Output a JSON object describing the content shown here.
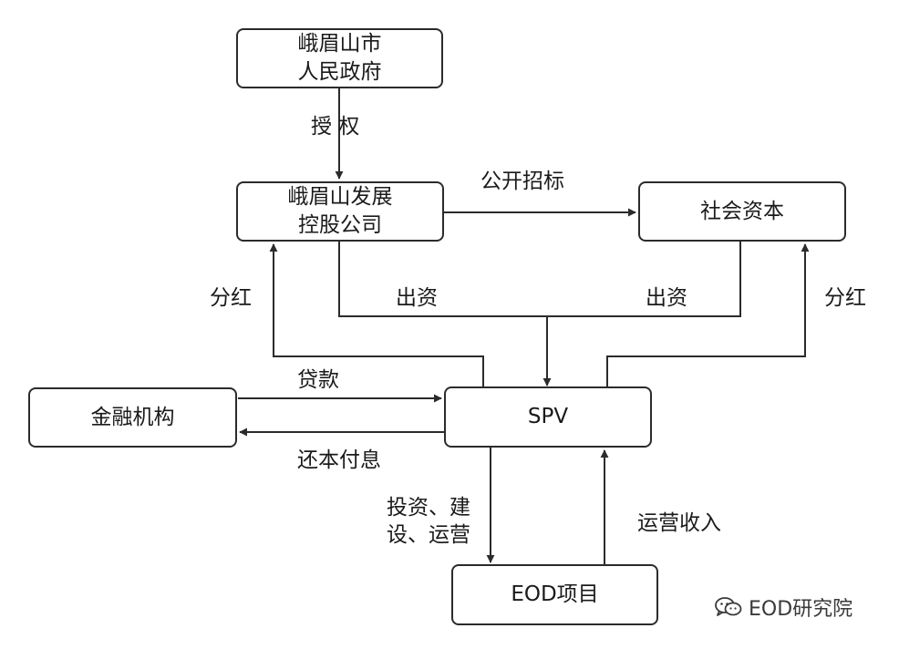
{
  "nodes": {
    "gov": {
      "line1": "峨眉山市",
      "line2": "人民政府"
    },
    "holding": {
      "line1": "峨眉山发展",
      "line2": "控股公司"
    },
    "social": {
      "label": "社会资本"
    },
    "finance": {
      "label": "金融机构"
    },
    "spv": {
      "label": "SPV"
    },
    "eod": {
      "label": "EOD项目"
    }
  },
  "edge_labels": {
    "authorize": "授 权",
    "tender": "公开招标",
    "dividend_left": "分红",
    "invest_left": "出资",
    "invest_right": "出资",
    "dividend_right": "分红",
    "loan": "贷款",
    "repay": "还本付息",
    "build_line1": "投资、建",
    "build_line2": "设、运营",
    "revenue": "运营收入"
  },
  "watermark": {
    "text": "EOD研究院",
    "icon": "wechat-icon"
  },
  "colors": {
    "line": "#2b2b2b",
    "text": "#1a1a1a",
    "background": "#ffffff"
  }
}
